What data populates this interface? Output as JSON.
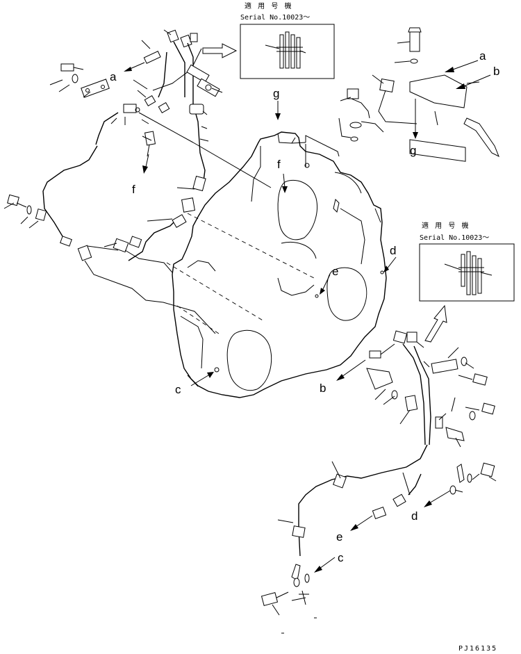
{
  "applicability_boxes": [
    {
      "title": "適 用 号 機",
      "serial": "Serial No.10023～"
    },
    {
      "title": "適 用 号 機",
      "serial": "Serial No.10023～"
    }
  ],
  "reference_labels": {
    "a_top": "a",
    "a_right": "a",
    "b_right": "b",
    "b_bottom": "b",
    "c_left": "c",
    "c_bottom": "c",
    "d_right": "d",
    "d_bottom": "d",
    "e_mid": "e",
    "e_bottom": "e",
    "f_left": "f",
    "f_center": "f",
    "g_top": "g",
    "g_right": "g"
  },
  "drawing_code": "PJ16135"
}
